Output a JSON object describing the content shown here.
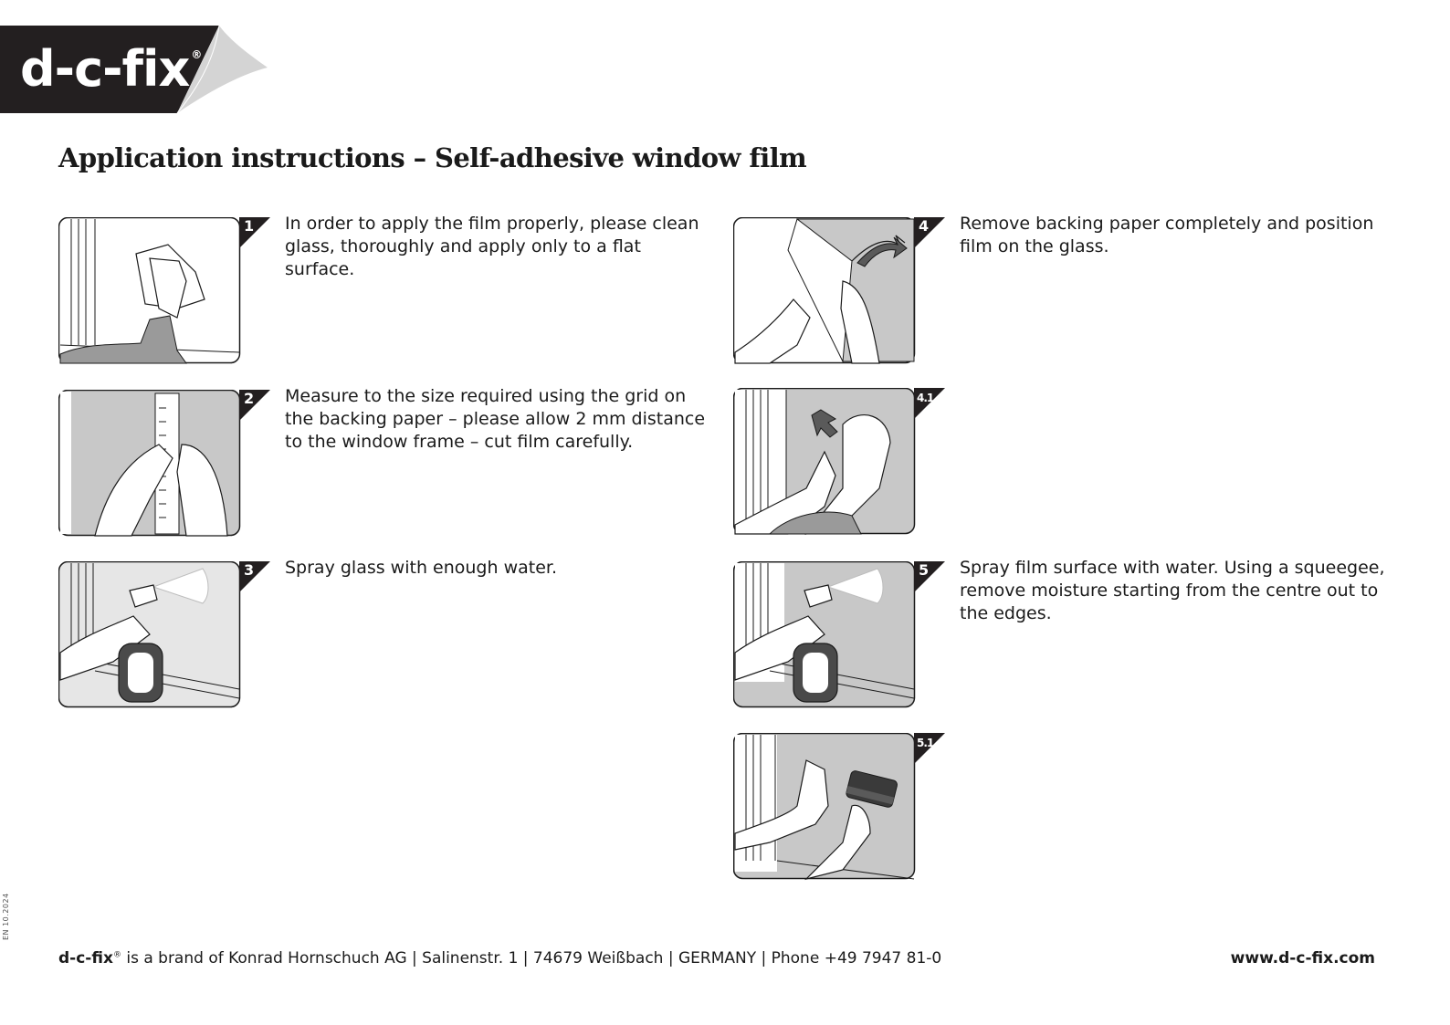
{
  "brand": {
    "logo_text": "d-c-fix",
    "logo_reg": "®"
  },
  "title": "Application instructions – Self-adhesive window film",
  "steps": [
    {
      "number": "1",
      "text": "In order to apply the film properly, please clean glass, thoroughly and apply only to a flat surface."
    },
    {
      "number": "2",
      "text": "Measure to the size required using the grid on the backing paper – please allow 2 mm distance to the window frame – cut film carefully."
    },
    {
      "number": "3",
      "text": "Spray glass with enough water."
    },
    {
      "number": "4",
      "text": "Remove backing paper completely and position film on the glass."
    },
    {
      "number": "4.1",
      "text": ""
    },
    {
      "number": "5",
      "text": "Spray film surface with water. Using a squeegee, remove moisture starting from the centre out to the edges."
    },
    {
      "number": "5.1",
      "text": ""
    }
  ],
  "side_code": "EN  10.2024",
  "footer": {
    "brand": "d-c-fix",
    "reg": "®",
    "text": " is a brand of Konrad Hornschuch AG | Salinenstr. 1 | 74679 Weißbach | GERMANY | Phone +49 7947 81-0",
    "website": "www.d-c-fix.com"
  },
  "colors": {
    "brand_dark": "#231f20",
    "illustration_grey": "#c8c8c8",
    "arrow_grey": "#5a5a5a"
  }
}
